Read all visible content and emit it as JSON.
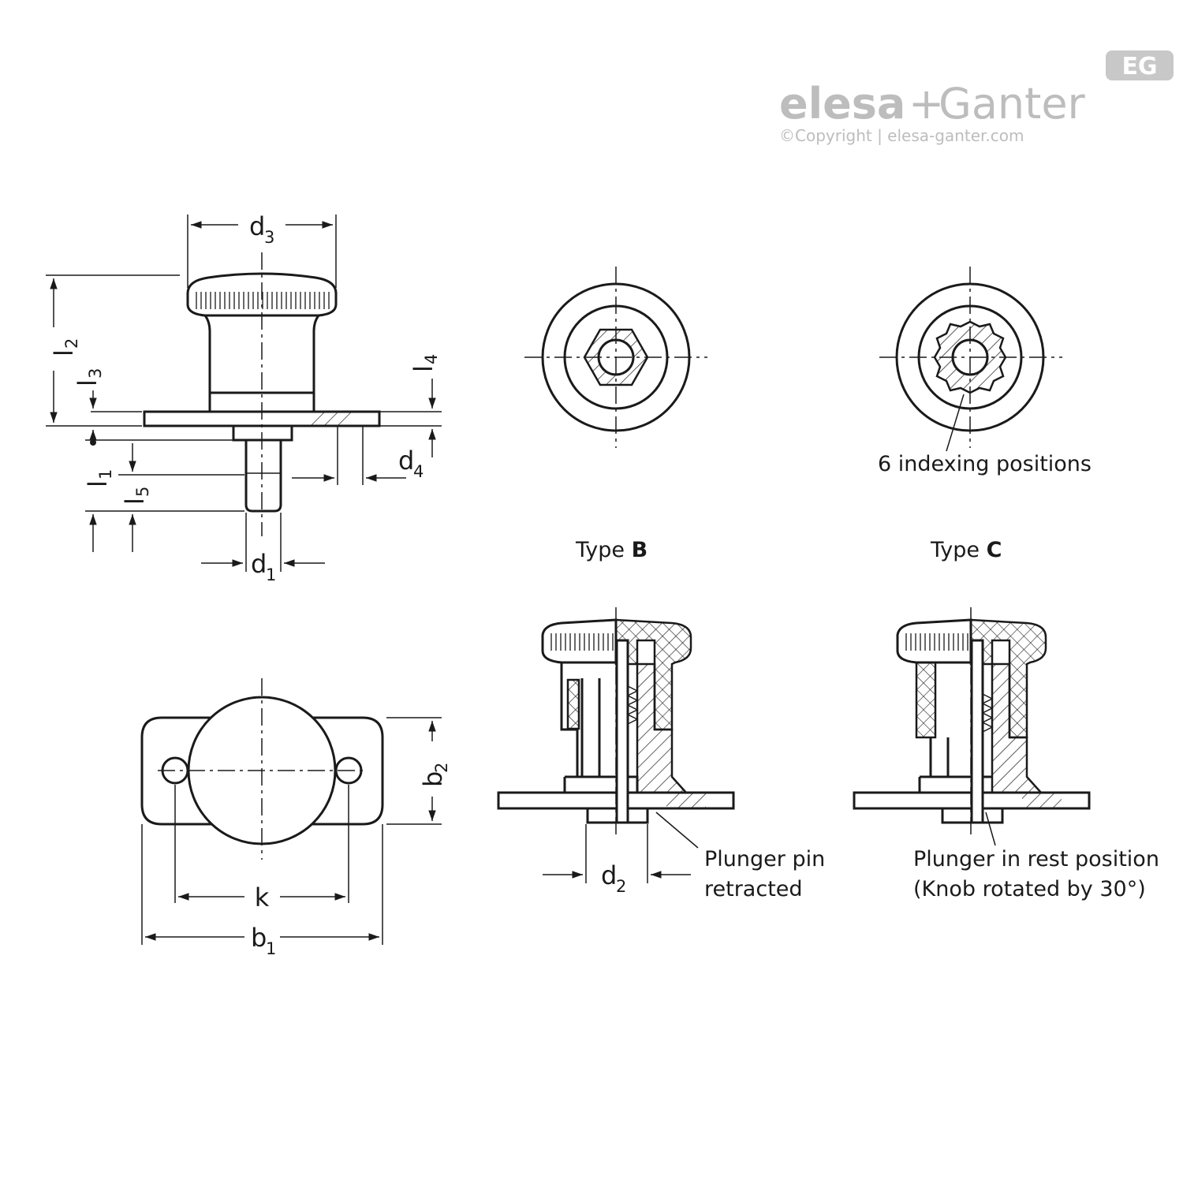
{
  "brand": {
    "name_part1": "elesa",
    "plus": "+",
    "name_part2": "Ganter",
    "copyright": "©Copyright | elesa-ganter.com",
    "badge": "EG"
  },
  "dimensions": {
    "d3": {
      "main": "d",
      "sub": "3"
    },
    "d1": {
      "main": "d",
      "sub": "1"
    },
    "d4": {
      "main": "d",
      "sub": "4"
    },
    "d2": {
      "main": "d",
      "sub": "2"
    },
    "l1": {
      "main": "l",
      "sub": "1"
    },
    "l2": {
      "main": "l",
      "sub": "2"
    },
    "l3": {
      "main": "l",
      "sub": "3"
    },
    "l4": {
      "main": "l",
      "sub": "4"
    },
    "l5": {
      "main": "l",
      "sub": "5"
    },
    "b1": {
      "main": "b",
      "sub": "1"
    },
    "b2": {
      "main": "b",
      "sub": "2"
    },
    "k": "k"
  },
  "types": {
    "b": {
      "prefix": "Type ",
      "letter": "B"
    },
    "c": {
      "prefix": "Type ",
      "letter": "C"
    }
  },
  "notes": {
    "indexing": "6 indexing positions",
    "pin_retracted_1": "Plunger pin",
    "pin_retracted_2": "retracted",
    "rest_1": "Plunger in rest position",
    "rest_2": "(Knob rotated by 30°)"
  }
}
